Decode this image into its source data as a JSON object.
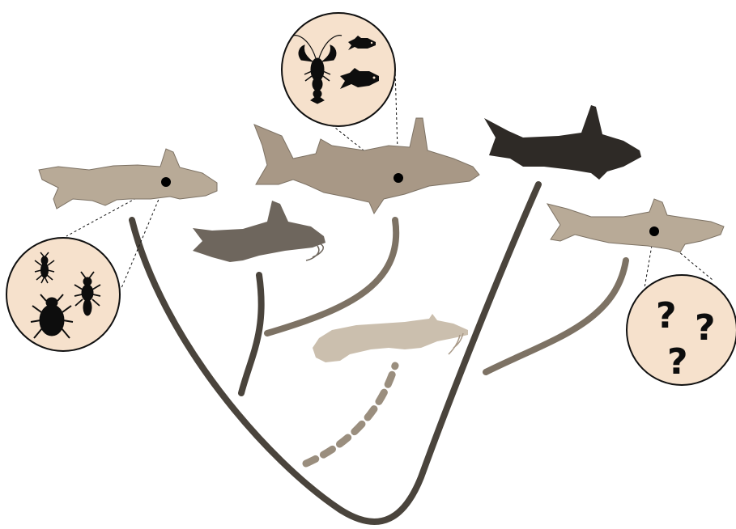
{
  "colors": {
    "background": "#ffffff",
    "branch_dark": "#4a443c",
    "branch_mid": "#7d7264",
    "branch_dashed": "#9a8e7e",
    "fish_light": "#b8aa97",
    "fish_taupe": "#a89886",
    "fish_gray": "#6e665d",
    "fish_black": "#2e2a26",
    "fish_pale": "#cbbfae",
    "circle_fill": "#f6e1cc",
    "circle_stroke": "#111111",
    "silhouette": "#0d0d0d"
  },
  "diagram": {
    "type": "phylogenetic-tree",
    "taxa_count": 6,
    "diet_callouts": [
      {
        "taxon": "taxon-1",
        "icons": [
          "mayfly-larva-icon",
          "stonefly-larva-icon",
          "beetle-icon"
        ]
      },
      {
        "taxon": "taxon-3",
        "icons": [
          "crayfish-icon",
          "small-fish-icon",
          "small-fish-icon"
        ]
      },
      {
        "taxon": "taxon-6",
        "icons": [
          "question-mark",
          "question-mark",
          "question-mark"
        ]
      }
    ],
    "unknown_diet_symbol": "?",
    "dashed_branch": "taxon-4"
  }
}
